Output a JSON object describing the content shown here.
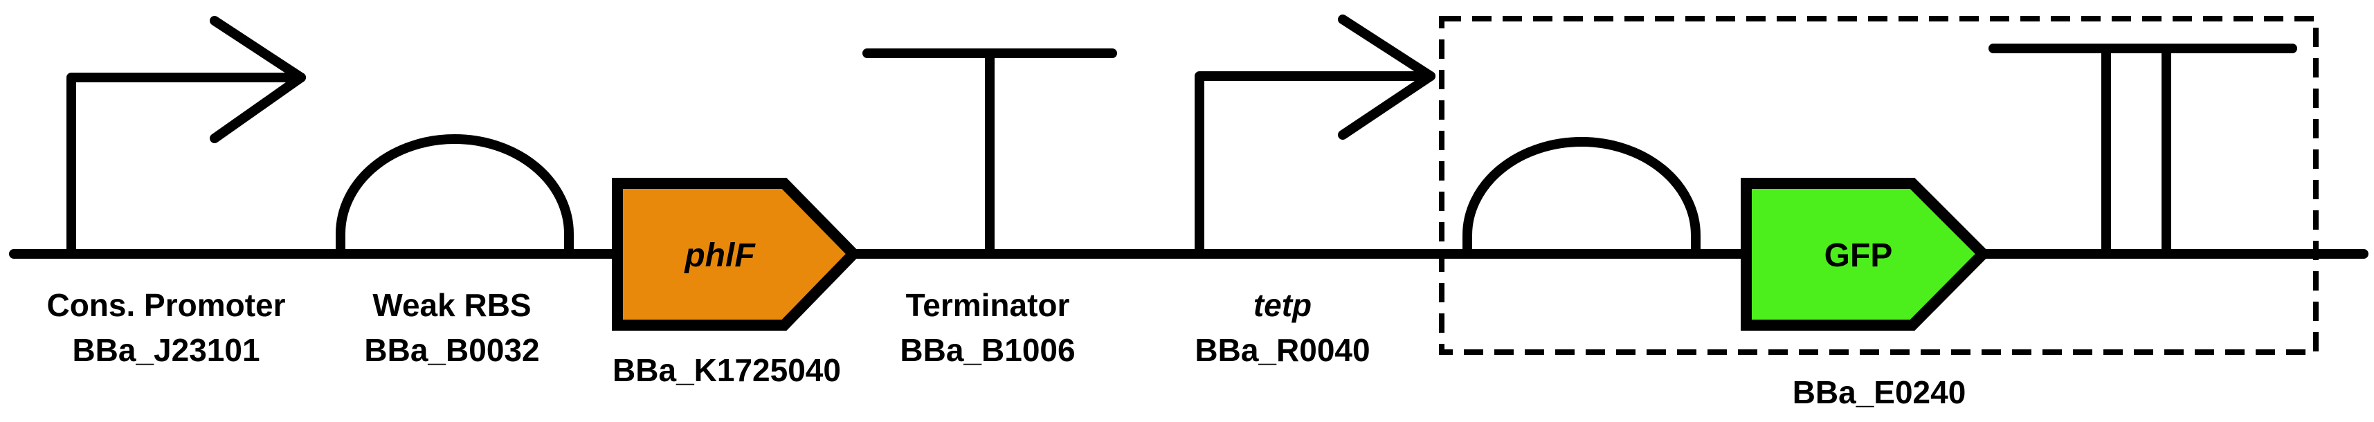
{
  "parts": {
    "promoter1": {
      "name": "Cons. Promoter",
      "id": "BBa_J23101"
    },
    "rbs1": {
      "name": "Weak RBS",
      "id": "BBa_B0032"
    },
    "cds1": {
      "name": "phlF",
      "id": "BBa_K1725040",
      "color": "#E8890C"
    },
    "terminator1": {
      "name": "Terminator",
      "id": "BBa_B1006"
    },
    "promoter2": {
      "name": "tetp",
      "id": "BBa_R0040"
    },
    "cds2": {
      "name": "GFP",
      "color": "#4CEF1C"
    },
    "device": {
      "id": "BBa_E0240"
    }
  },
  "colors": {
    "stroke": "#000000",
    "background": "#ffffff"
  }
}
